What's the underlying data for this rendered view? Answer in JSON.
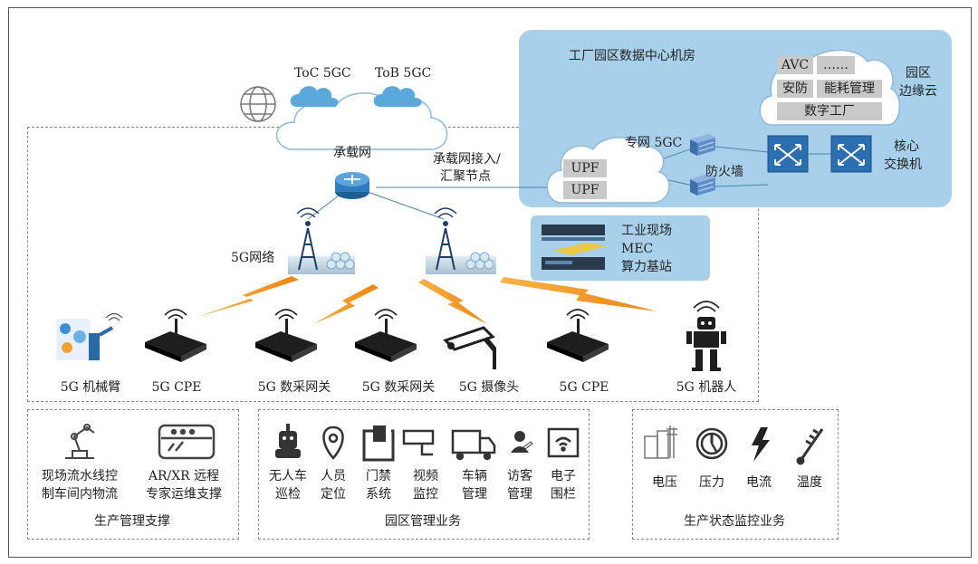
{
  "cloud": {
    "toc": "ToC 5GC",
    "tob": "ToB 5GC",
    "carrier_network": "承载网",
    "access_node_line1": "承载网接入/",
    "access_node_line2": "汇聚节点"
  },
  "network": {
    "label": "5G网络"
  },
  "datacenter": {
    "title": "工厂园区数据中心机房",
    "private_5gc": "专网 5GC",
    "upf1": "UPF",
    "upf2": "UPF",
    "firewall": "防火墙",
    "core_switch_line1": "核心",
    "core_switch_line2": "交换机",
    "edge_cloud_line1": "园区",
    "edge_cloud_line2": "边缘云",
    "apps": {
      "avc": "AVC",
      "more": "……",
      "security": "安防",
      "energy": "能耗管理",
      "digital_factory": "数字工厂"
    }
  },
  "mec": {
    "line1": "工业现场",
    "line2": "MEC",
    "line3": "算力基站"
  },
  "devices": [
    {
      "label": "5G 机械臂"
    },
    {
      "label": "5G CPE"
    },
    {
      "label": "5G 数采网关"
    },
    {
      "label": "5G 数采网关"
    },
    {
      "label": "5G 摄像头"
    },
    {
      "label": "5G CPE"
    },
    {
      "label": "5G 机器人"
    }
  ],
  "production_mgmt": {
    "title": "生产管理支撑",
    "item1_line1": "现场流水线控",
    "item1_line2": "制车间内物流",
    "item2_line1": "AR/XR 远程",
    "item2_line2": "专家运维支撑"
  },
  "park_mgmt": {
    "title": "园区管理业务",
    "items": [
      {
        "line1": "无人车",
        "line2": "巡检"
      },
      {
        "line1": "人员",
        "line2": "定位"
      },
      {
        "line1": "门禁",
        "line2": "系统"
      },
      {
        "line1": "视频",
        "line2": "监控"
      },
      {
        "line1": "车辆",
        "line2": "管理"
      },
      {
        "line1": "访客",
        "line2": "管理"
      },
      {
        "line1": "电子",
        "line2": "围栏"
      }
    ]
  },
  "monitoring": {
    "title": "生产状态监控业务",
    "items": [
      "电压",
      "压力",
      "电流",
      "温度"
    ]
  },
  "colors": {
    "region_blue": "#a9d0ea",
    "cloud_blue": "#5aa9dc",
    "lightning_orange": "#f39a1e",
    "device_black": "#1e1e1e"
  }
}
